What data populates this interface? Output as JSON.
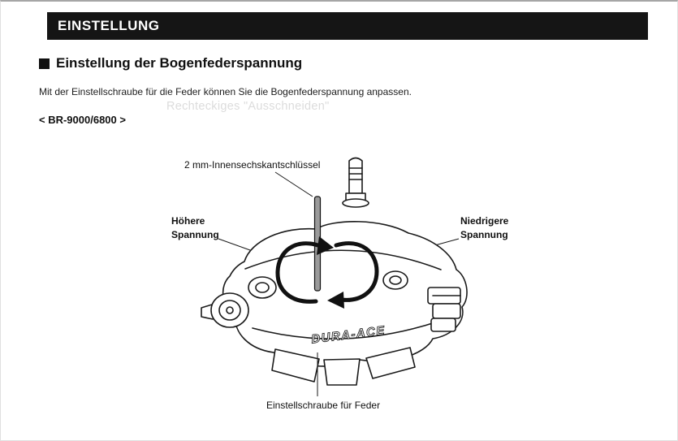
{
  "page": {
    "header_title": "EINSTELLUNG",
    "section_title": "Einstellung der Bogenfederspannung",
    "intro_text": "Mit der Einstellschraube für die Feder können Sie die Bogenfederspannung anpassen.",
    "watermark_text": "Rechteckiges \"Ausschneiden\"",
    "model_label": "< BR-9000/6800 >"
  },
  "diagram": {
    "hex_key_label": "2 mm-Innensechskantschlüssel",
    "higher_tension_line1": "Höhere",
    "higher_tension_line2": "Spannung",
    "lower_tension_line1": "Niedrigere",
    "lower_tension_line2": "Spannung",
    "adjust_screw_label": "Einstellschraube für Feder",
    "brand_text": "DURA-ACE"
  }
}
